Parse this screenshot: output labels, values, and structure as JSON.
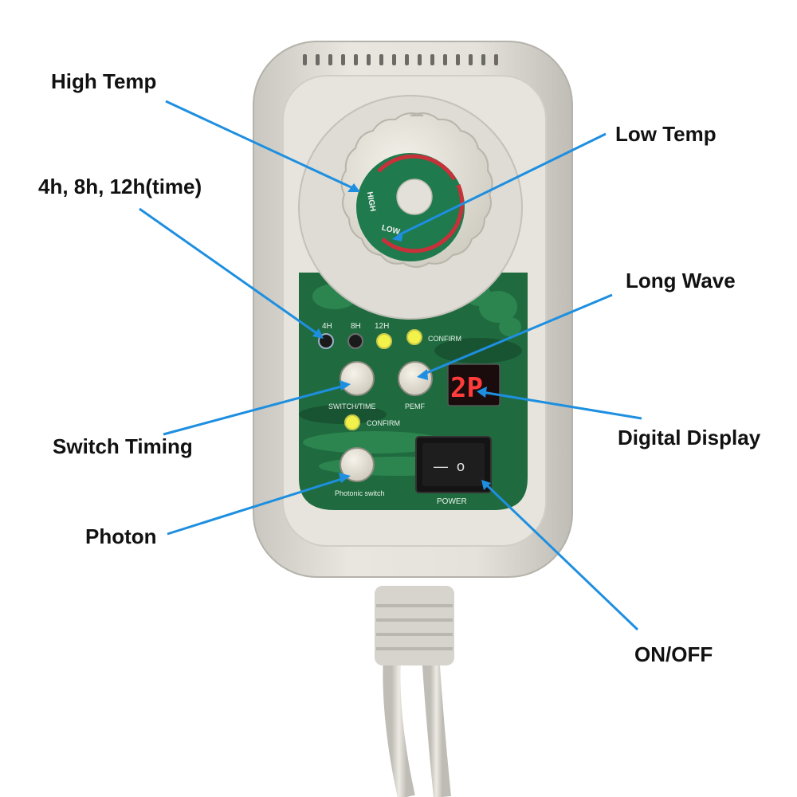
{
  "callouts": {
    "high_temp": "High Temp",
    "low_temp": "Low Temp",
    "time": "4h, 8h, 12h(time)",
    "long_wave": "Long Wave",
    "switch_timing": "Switch Timing",
    "digital_display": "Digital Display",
    "photon": "Photon",
    "on_off": "ON/OFF"
  },
  "device": {
    "dial": {
      "high": "HIGH",
      "low": "LOW"
    },
    "timer_labels": [
      "4H",
      "8H",
      "12H"
    ],
    "confirm_top": "CONFIRM",
    "switch_time_label": "SWITCH/TIME",
    "pemf_label": "PEMF",
    "display_value": "2P",
    "confirm_mid": "CONFIRM",
    "photonic_label": "Photonic switch",
    "power_label": "POWER",
    "rocker_off": "—",
    "rocker_on": "o"
  },
  "colors": {
    "callout_arrow": "#1e8fe0",
    "panel_green": "#1f6b3f",
    "housing": "#e2e0d8",
    "led_on": "#f2f24a",
    "led_off": "#1a1a1a",
    "display_red": "#ff3b3b"
  }
}
